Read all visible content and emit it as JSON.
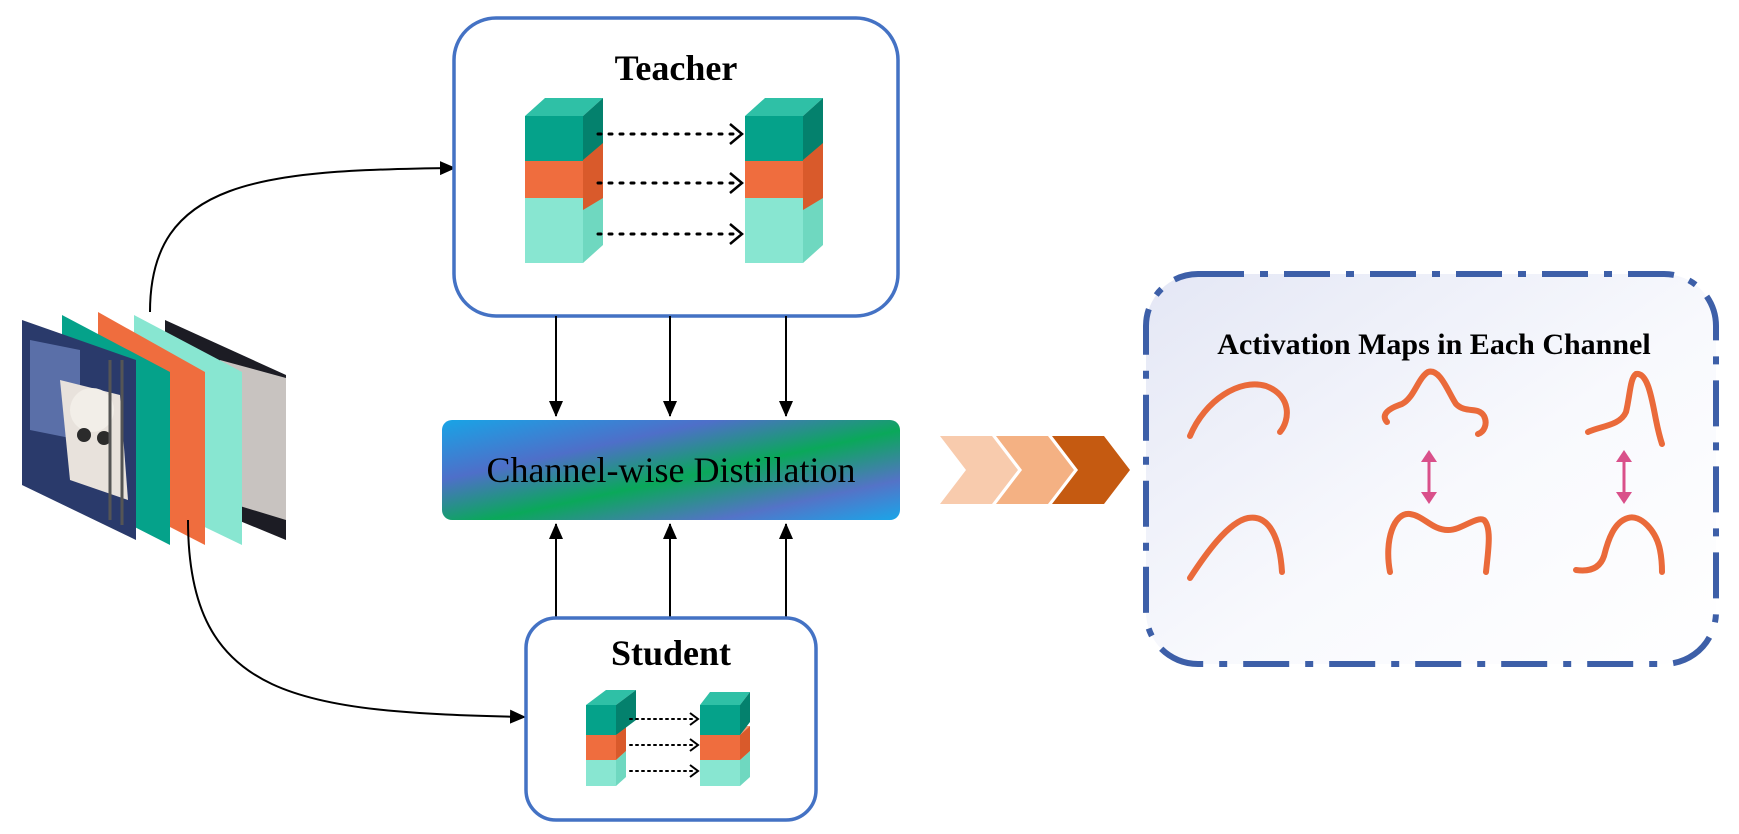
{
  "teacher": {
    "title": "Teacher"
  },
  "student": {
    "title": "Student"
  },
  "distill": {
    "label": "Channel-wise Distillation"
  },
  "activation": {
    "title": "Activation Maps in Each Channel"
  },
  "colors": {
    "teal_dark": "#05a28a",
    "orange": "#ef6d3e",
    "mint": "#88e6d1",
    "box_border": "#4472c4",
    "dash_border": "#3d5fa8",
    "curve": "#ea6a3a",
    "double_arrow": "#d9508a",
    "chevron_light": "#f8cbad",
    "chevron_mid": "#f4b183",
    "chevron_dark": "#c55a11"
  }
}
